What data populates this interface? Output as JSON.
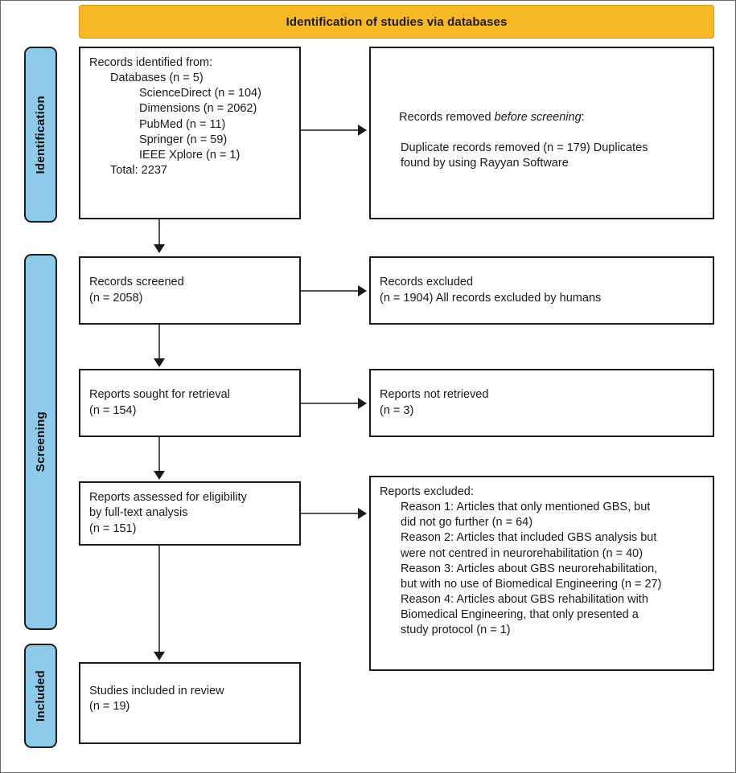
{
  "diagram": {
    "title": "Identification of studies via databases",
    "type": "prisma-flow-diagram"
  },
  "header": {
    "label": "Identification of studies via databases"
  },
  "phases": [
    {
      "id": "identification",
      "label": "Identification"
    },
    {
      "id": "screening",
      "label": "Screening"
    },
    {
      "id": "included",
      "label": "Included"
    }
  ],
  "nodes": {
    "records_identified": {
      "title": "Records identified from:",
      "databases_line": "Databases (n = 5)",
      "sources": [
        "ScienceDirect (n = 104)",
        "Dimensions (n = 2062)",
        "PubMed (n = 11)",
        "Springer (n = 59)",
        "IEEE Xplore (n = 1)"
      ],
      "total_line": "Total: 2237"
    },
    "records_removed": {
      "title_prefix": "Records removed ",
      "title_italic": "before screening",
      "title_suffix": ":",
      "detail_line_1": "Duplicate records removed (n = 179) Duplicates",
      "detail_line_2": "found by using Rayyan Software"
    },
    "records_screened": {
      "line_1": "Records screened",
      "line_2": "(n = 2058)"
    },
    "records_excluded": {
      "line_1": "Records excluded",
      "line_2": "(n = 1904) All records excluded by humans"
    },
    "reports_sought": {
      "line_1": "Reports sought for retrieval",
      "line_2": "(n = 154)"
    },
    "reports_not_retrieved": {
      "line_1": "Reports not retrieved",
      "line_2": "(n = 3)"
    },
    "reports_assessed": {
      "line_1": "Reports assessed for eligibility",
      "line_2": "by full-text analysis",
      "line_3": "(n = 151)"
    },
    "reports_excluded": {
      "title": "Reports excluded:",
      "reasons": [
        "Reason 1: Articles that only mentioned GBS, but",
        "did not go further (n = 64)",
        "Reason 2: Articles that included GBS analysis but",
        "were not centred in neurorehabilitation (n = 40)",
        "Reason 3: Articles about GBS neurorehabilitation,",
        "but with no use of Biomedical Engineering (n = 27)",
        "Reason 4: Articles about GBS rehabilitation with",
        "Biomedical Engineering, that only presented a",
        "study protocol (n = 1)"
      ]
    },
    "studies_included": {
      "line_1": "Studies included in review",
      "line_2": "(n = 19)"
    }
  },
  "colors": {
    "header_fill": "#f7b923",
    "phase_bar_fill": "#8ecbeb",
    "box_border": "#1c1c1c",
    "connector": "#555555",
    "text": "#1a1a1a"
  }
}
